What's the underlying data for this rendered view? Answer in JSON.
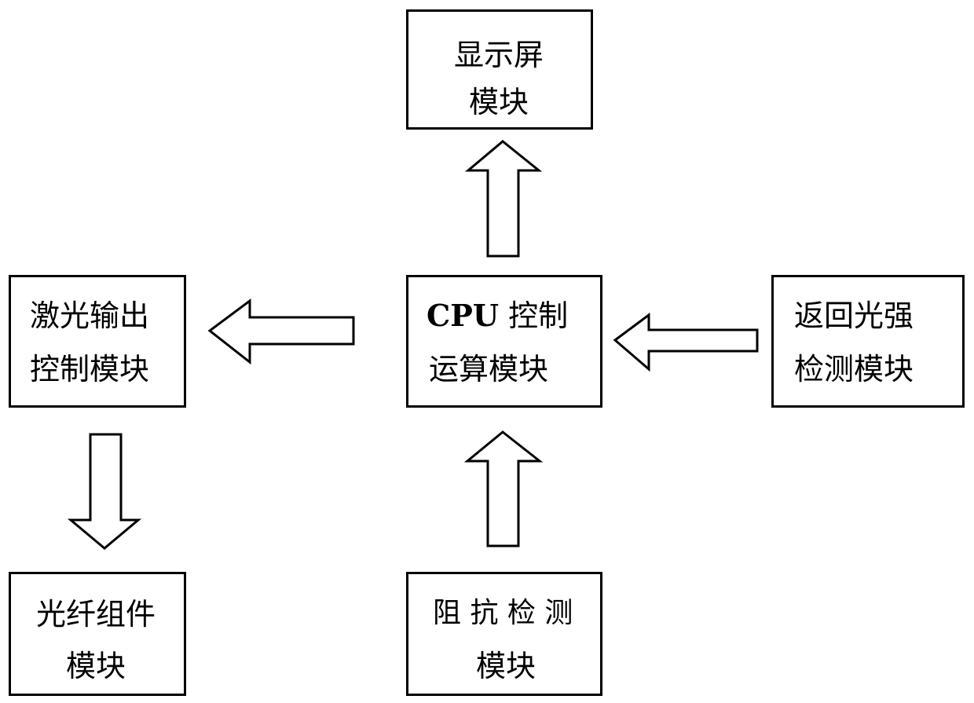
{
  "modules": {
    "display": {
      "line1": "显示屏",
      "line2": "模块"
    },
    "laser": {
      "line1": "激光输出",
      "line2": "控制模块"
    },
    "cpu": {
      "line1_latin": "CPU",
      "line1_cjk": "控制",
      "line2": "运算模块"
    },
    "return_light": {
      "line1": "返回光强",
      "line2": "检测模块"
    },
    "fiber": {
      "line1": "光纤组件",
      "line2": "模块"
    },
    "impedance": {
      "line1": "阻 抗 检 测",
      "line2": "模块"
    }
  },
  "connections": [
    {
      "from": "CPU控制运算模块",
      "to": "显示屏模块"
    },
    {
      "from": "CPU控制运算模块",
      "to": "激光输出控制模块"
    },
    {
      "from": "返回光强检测模块",
      "to": "CPU控制运算模块"
    },
    {
      "from": "阻抗检测模块",
      "to": "CPU控制运算模块"
    },
    {
      "from": "激光输出控制模块",
      "to": "光纤组件模块"
    }
  ],
  "colors": {
    "stroke": "#000000",
    "fill": "#ffffff",
    "text": "#000000"
  }
}
